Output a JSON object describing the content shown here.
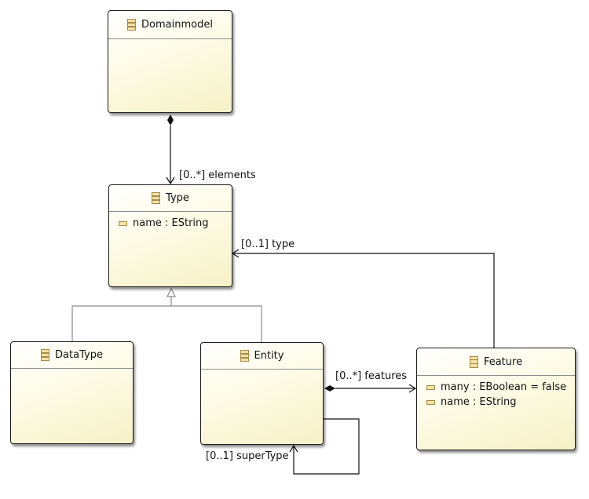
{
  "classes": {
    "domainmodel": {
      "name": "Domainmodel"
    },
    "type": {
      "name": "Type",
      "attributes": [
        "name : EString"
      ]
    },
    "datatype": {
      "name": "DataType"
    },
    "entity": {
      "name": "Entity"
    },
    "feature": {
      "name": "Feature",
      "attributes": [
        "many : EBoolean = false",
        "name : EString"
      ]
    }
  },
  "references": {
    "elements": "[0..*] elements",
    "type": "[0..1] type",
    "features": "[0..*] features",
    "supertype": "[0..1] superType"
  }
}
